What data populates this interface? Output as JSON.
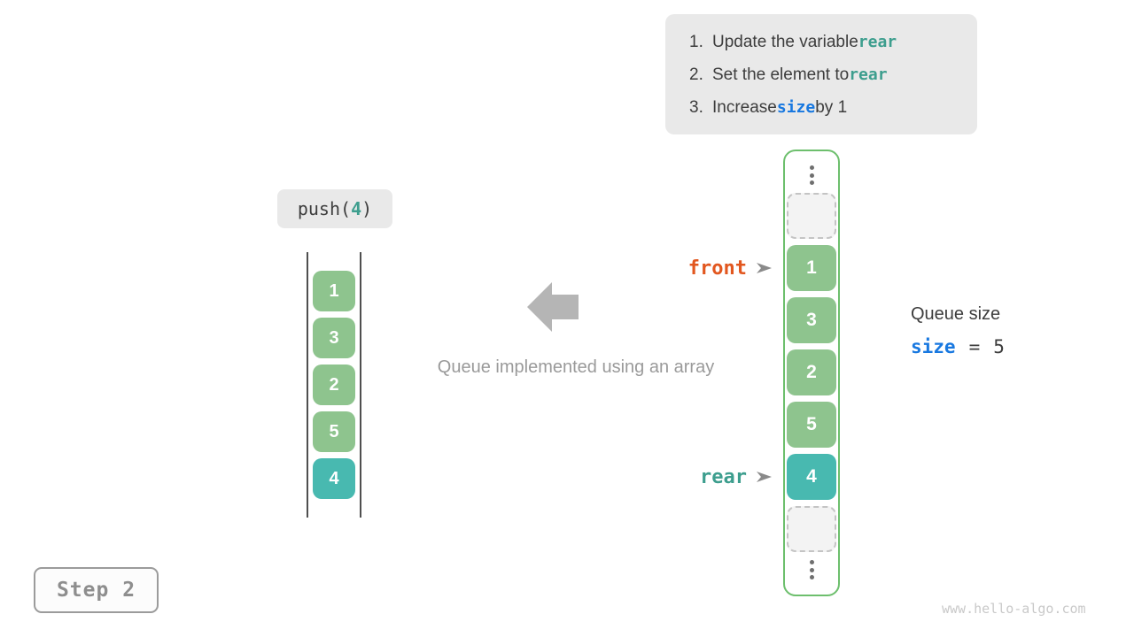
{
  "colors": {
    "teal_text": "#3d9e8e",
    "blue_text": "#1878e0",
    "orange_text": "#e2571f",
    "green": "#8ec48e",
    "teal": "#48b9b0",
    "arrow_gray": "#b5b5b5",
    "pointer_arrow_gray": "#8a8a8a"
  },
  "instructions": {
    "items": [
      {
        "number": "1.",
        "text_before": "Update the variable ",
        "code": "rear",
        "code_color": "teal_text",
        "text_after": ""
      },
      {
        "number": "2.",
        "text_before": "Set the element to ",
        "code": "rear",
        "code_color": "teal_text",
        "text_after": ""
      },
      {
        "number": "3.",
        "text_before": "Increase ",
        "code": "size",
        "code_color": "blue_text",
        "text_after": " by 1"
      }
    ]
  },
  "push_label": {
    "prefix": "push(",
    "arg": "4",
    "suffix": ")"
  },
  "left_stack": {
    "cells": [
      {
        "value": "1",
        "color": "green"
      },
      {
        "value": "3",
        "color": "green"
      },
      {
        "value": "2",
        "color": "green"
      },
      {
        "value": "5",
        "color": "green"
      },
      {
        "value": "4",
        "color": "teal"
      }
    ]
  },
  "caption": "Queue implemented using an array",
  "array": {
    "cells": [
      {
        "type": "dots"
      },
      {
        "type": "empty"
      },
      {
        "type": "value",
        "value": "1",
        "color": "green"
      },
      {
        "type": "value",
        "value": "3",
        "color": "green"
      },
      {
        "type": "value",
        "value": "2",
        "color": "green"
      },
      {
        "type": "value",
        "value": "5",
        "color": "green"
      },
      {
        "type": "value",
        "value": "4",
        "color": "teal"
      },
      {
        "type": "empty"
      },
      {
        "type": "dots"
      }
    ]
  },
  "pointers": {
    "front": {
      "label": "front",
      "color": "orange_text"
    },
    "rear": {
      "label": "rear",
      "color": "teal_text"
    }
  },
  "queue_size": {
    "title": "Queue size",
    "var": "size",
    "operator": "=",
    "value": "5"
  },
  "step_label": "Step 2",
  "watermark": "www.hello-algo.com"
}
